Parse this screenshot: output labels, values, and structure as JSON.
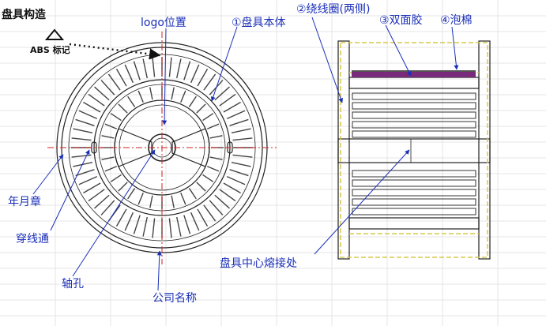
{
  "title": "盘具构造",
  "abs_mark": "ABS 标记",
  "labels": {
    "logo": "logo位置",
    "body": "①盘具本体",
    "winding": "②绕线圈(两侧)",
    "tape": "③双面胶",
    "foam": "④泡棉",
    "date_stamp": "年月章",
    "wire_hole": "穿线通",
    "axle_hole": "轴孔",
    "company_name": "公司名称",
    "weld": "盘具中心熔接处"
  },
  "colors": {
    "label": "#1a2fb8",
    "center_line": "#d12020",
    "outline": "#222222",
    "foam_band": "#7a2a7a",
    "dashed_outline": "#d6c84a",
    "arrow": "#1a2fb8"
  }
}
